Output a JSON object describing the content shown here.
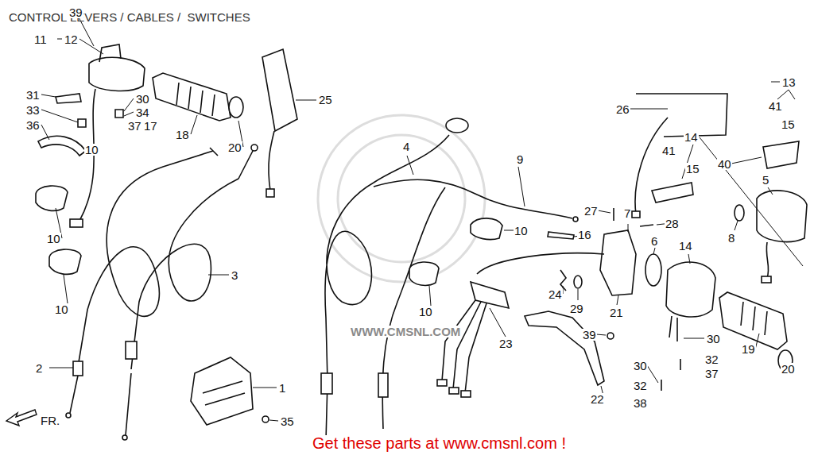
{
  "diagram": {
    "title": "CONTROL LEVERS / CABLES /  SWITCHES",
    "caption": "Get these parts at www.cmsnl.com !",
    "labels": [
      "39",
      "11",
      "12",
      "31",
      "33",
      "30",
      "34",
      "36",
      "37",
      "17",
      "18",
      "10",
      "20",
      "25",
      "10",
      "10",
      "3",
      "2",
      "1",
      "35",
      "4",
      "9",
      "26",
      "13",
      "41",
      "15",
      "14",
      "41",
      "15",
      "40",
      "5",
      "27",
      "7",
      "28",
      "16",
      "10",
      "8",
      "6",
      "14",
      "24",
      "29",
      "21",
      "10",
      "23",
      "39",
      "30",
      "32",
      "37",
      "19",
      "20",
      "30",
      "32",
      "38",
      "22",
      "WWW.CMSNL.COM",
      "FR."
    ]
  }
}
